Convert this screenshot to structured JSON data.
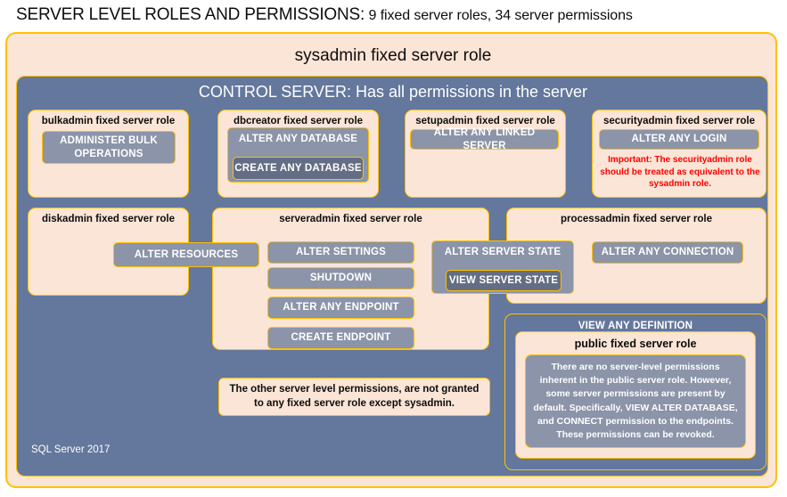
{
  "title": {
    "heading": "SERVER LEVEL ROLES AND PERMISSIONS:",
    "subheading": "9 fixed server roles, 34 server permissions"
  },
  "sysadmin": {
    "label": "sysadmin fixed server role"
  },
  "control_server": {
    "label": "CONTROL SERVER: Has all permissions in the server",
    "footer": "SQL Server 2017"
  },
  "roles": {
    "bulkadmin": {
      "title": "bulkadmin fixed server role",
      "permission": "ADMINISTER  BULK OPERATIONS"
    },
    "dbcreator": {
      "title": "dbcreator fixed server role",
      "permission_outer": "ALTER ANY DATABASE",
      "permission_inner": "CREATE ANY DATABASE"
    },
    "setupadmin": {
      "title": "setupadmin fixed server role",
      "permission": "ALTER ANY LINKED SERVER"
    },
    "securityadmin": {
      "title": "securityadmin fixed server role",
      "permission": "ALTER ANY LOGIN",
      "note": "Important: The securityadmin role should be treated as equivalent to the sysadmin role."
    },
    "diskadmin": {
      "title": "diskadmin fixed server role",
      "permission": "ALTER RESOURCES"
    },
    "serveradmin": {
      "title": "serveradmin fixed server role",
      "permissions": [
        "ALTER SETTINGS",
        "SHUTDOWN",
        "ALTER ANY ENDPOINT",
        "CREATE ENDPOINT"
      ],
      "permission_state_outer": "ALTER SERVER STATE",
      "permission_state_inner": "VIEW SERVER STATE"
    },
    "processadmin": {
      "title": "processadmin fixed server role",
      "permission": "ALTER ANY CONNECTION"
    },
    "public": {
      "view_any_definition": "VIEW ANY DEFINITION",
      "title": "public fixed server role",
      "note": "There are no server-level permissions inherent in the public server role. However, some server permissions are present by default. Specifically, VIEW ALTER DATABASE, and CONNECT permission to the endpoints. These permissions can be revoked."
    }
  },
  "notes": {
    "other_permissions": "The other server level permissions, are not granted to any fixed server role except sysadmin."
  },
  "colors": {
    "peach_fill": "#fbe5d6",
    "gold_border": "#ffc000",
    "slate_panel": "#64779c",
    "permission_fill": "#8b94a8",
    "permission_fill_dark": "#636e84",
    "warning_red": "#ff0000",
    "text_dark": "#0d0d0d",
    "text_light": "#ffffff"
  }
}
